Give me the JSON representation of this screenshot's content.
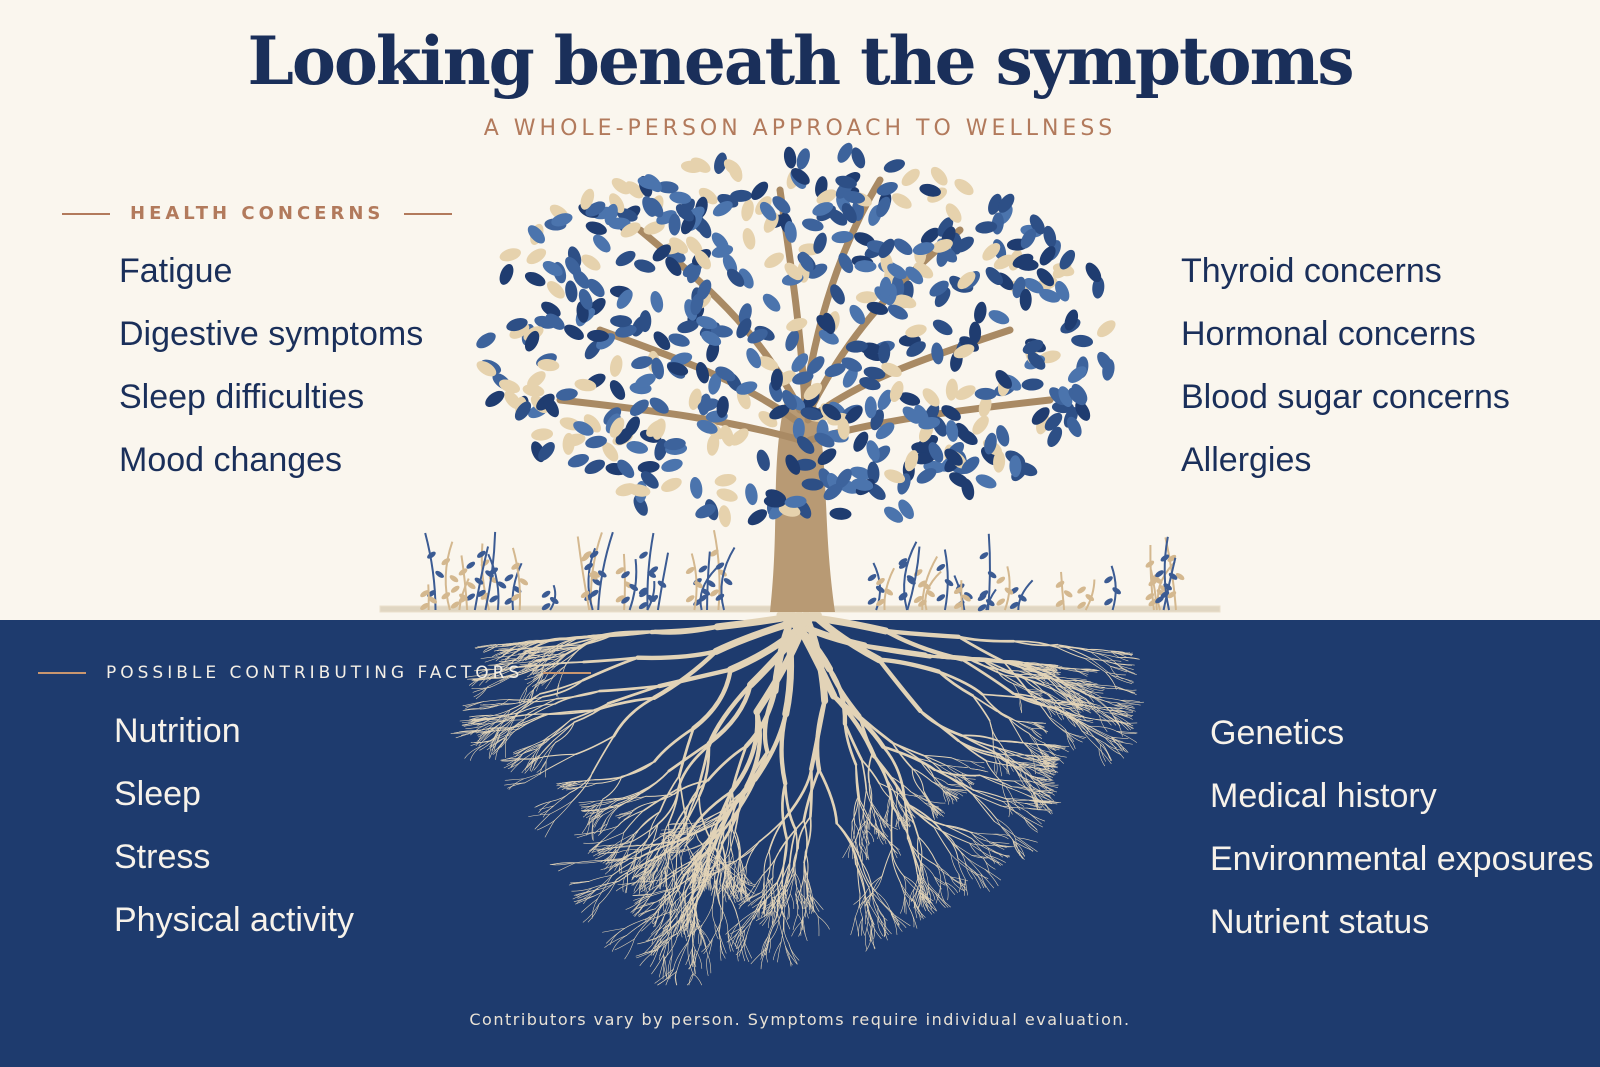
{
  "header": {
    "title": "Looking beneath the symptoms",
    "subtitle": "A WHOLE-PERSON APPROACH TO WELLNESS"
  },
  "health_concerns": {
    "heading": "HEALTH CONCERNS",
    "left": [
      "Fatigue",
      "Digestive symptoms",
      "Sleep difficulties",
      "Mood changes"
    ],
    "right": [
      "Thyroid concerns",
      "Hormonal concerns",
      "Blood sugar concerns",
      "Allergies"
    ]
  },
  "contributing_factors": {
    "heading": "POSSIBLE CONTRIBUTING FACTORS",
    "left": [
      "Nutrition",
      "Sleep",
      "Stress",
      "Physical activity"
    ],
    "right": [
      "Genetics",
      "Medical history",
      "Environmental exposures",
      "Nutrient status"
    ]
  },
  "footer": {
    "note": "Contributors vary by person. Symptoms require individual evaluation."
  },
  "colors": {
    "background": "#faf6ee",
    "navy": "#1e3b6e",
    "title_navy": "#1a2f5a",
    "accent_copper": "#b27a5c",
    "root_beige": "#e2d3b7"
  },
  "illustration": {
    "icon": "tree-with-roots-icon"
  }
}
